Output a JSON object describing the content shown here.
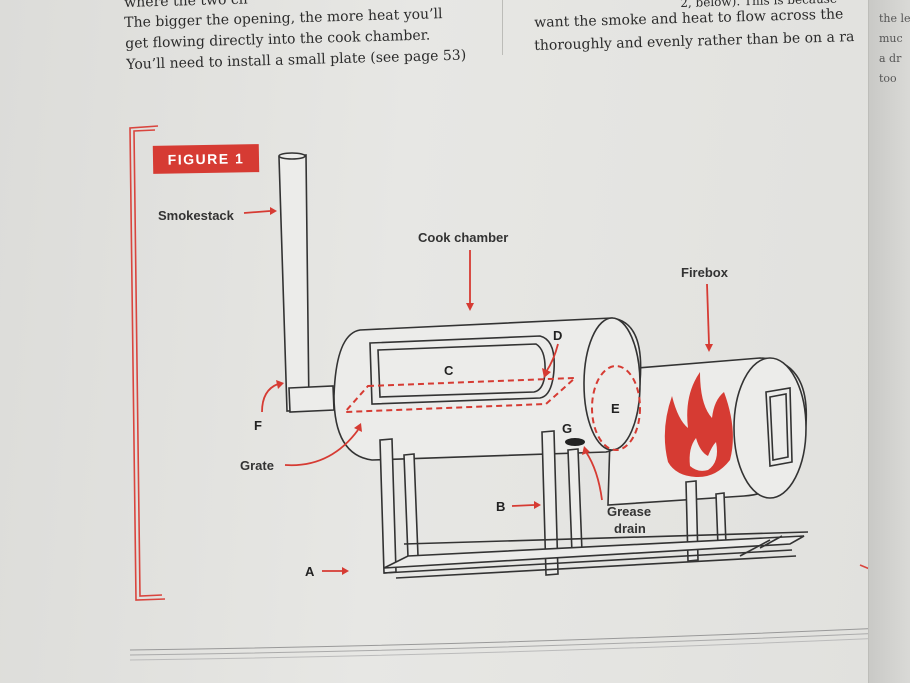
{
  "body_text": {
    "left_lines": [
      "where the two ch",
      "The bigger the opening, the more heat you’ll",
      "get flowing directly into the cook chamber.",
      "You’ll need to install a small plate (see page 53)"
    ],
    "right_lines": [
      "2, below). This is because",
      "want the smoke and heat to flow across the",
      "thoroughly and evenly rather than be on a ra"
    ],
    "side_lines": [
      "the le",
      "muc",
      "a dr",
      "too"
    ]
  },
  "figure": {
    "badge": "FIGURE 1",
    "labels": {
      "smokestack": "Smokestack",
      "cook_chamber": "Cook chamber",
      "firebox": "Firebox",
      "grate": "Grate",
      "grease_drain_1": "Grease",
      "grease_drain_2": "drain"
    },
    "letters": {
      "a": "A",
      "b": "B",
      "c": "C",
      "d": "D",
      "e": "E",
      "f": "F",
      "g": "G"
    }
  },
  "colors": {
    "accent": "#d63b33",
    "ink": "#333333",
    "paper": "#e4e4e1"
  }
}
